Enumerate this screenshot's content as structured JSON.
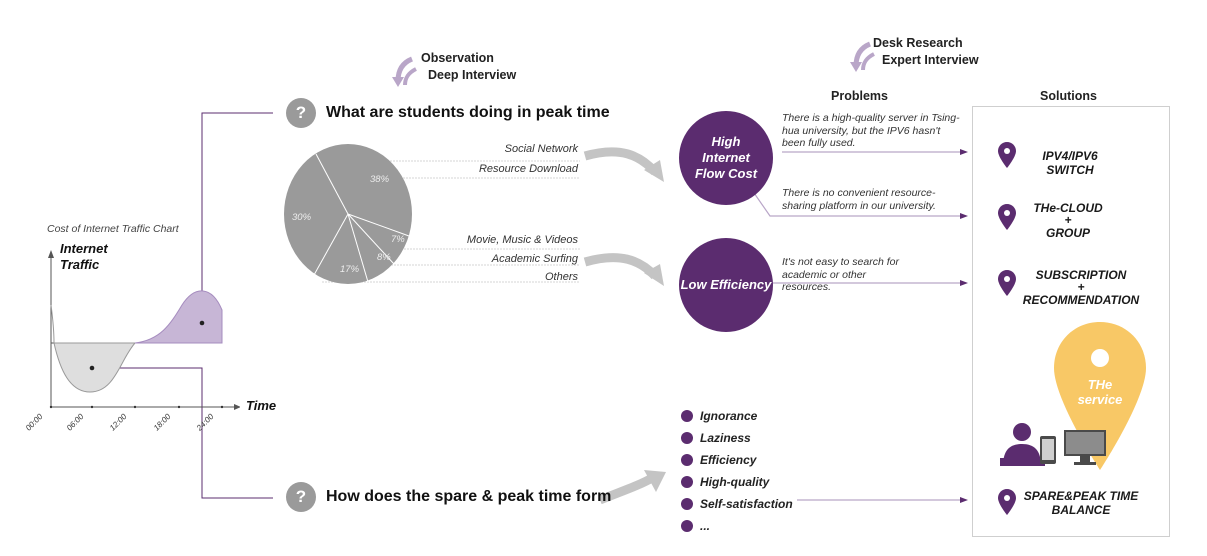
{
  "sources": {
    "left": [
      "Observation",
      "Deep Interview"
    ],
    "right": [
      "Desk Research",
      "Expert Interview"
    ]
  },
  "questions": {
    "q_mark": "?",
    "peak": "What are students doing in peak time",
    "form": "How does the spare & peak time form"
  },
  "pie": {
    "labels": [
      "Social Network",
      "Resource Download",
      "Movie, Music & Videos",
      "Academic Surfing",
      "Others"
    ],
    "percents": [
      "30%",
      "38%",
      "7%",
      "8%",
      "17%"
    ]
  },
  "chart_data": {
    "type": "area",
    "title": "Cost of Internet Traffic Chart",
    "ylabel": "Internet Traffic",
    "xlabel": "Time",
    "x": [
      "00:00",
      "06:00",
      "12:00",
      "18:00",
      "24:00"
    ]
  },
  "columns": {
    "problems": "Problems",
    "solutions": "Solutions"
  },
  "problems": {
    "high_cost": "High Internet Flow Cost",
    "low_eff": "Low Efficiency"
  },
  "notes": {
    "server": "There is a high-quality server in Tsing-hua university, but the IPV6 hasn't been fully used.",
    "platform": "There is no convenient resource-sharing platform in our university.",
    "search": "It's not easy to search for academic or other resources."
  },
  "solutions": {
    "s1": "IPV4/IPV6 SWITCH",
    "s2": [
      "THe-CLOUD",
      "+",
      "GROUP"
    ],
    "s3": [
      "SUBSCRIPTION",
      "+",
      "RECOMMENDATION"
    ],
    "service": [
      "THe",
      "service"
    ],
    "s4": [
      "SPARE&PEAK TIME",
      "BALANCE"
    ]
  },
  "causes": [
    "Ignorance",
    "Laziness",
    "Efficiency",
    "High-quality",
    "Self-satisfaction",
    "..."
  ],
  "colors": {
    "purple": "#5b2c6f",
    "gray": "#9a9a9a",
    "light_purple": "#b9a6c8",
    "yellow": "#f8c866"
  }
}
